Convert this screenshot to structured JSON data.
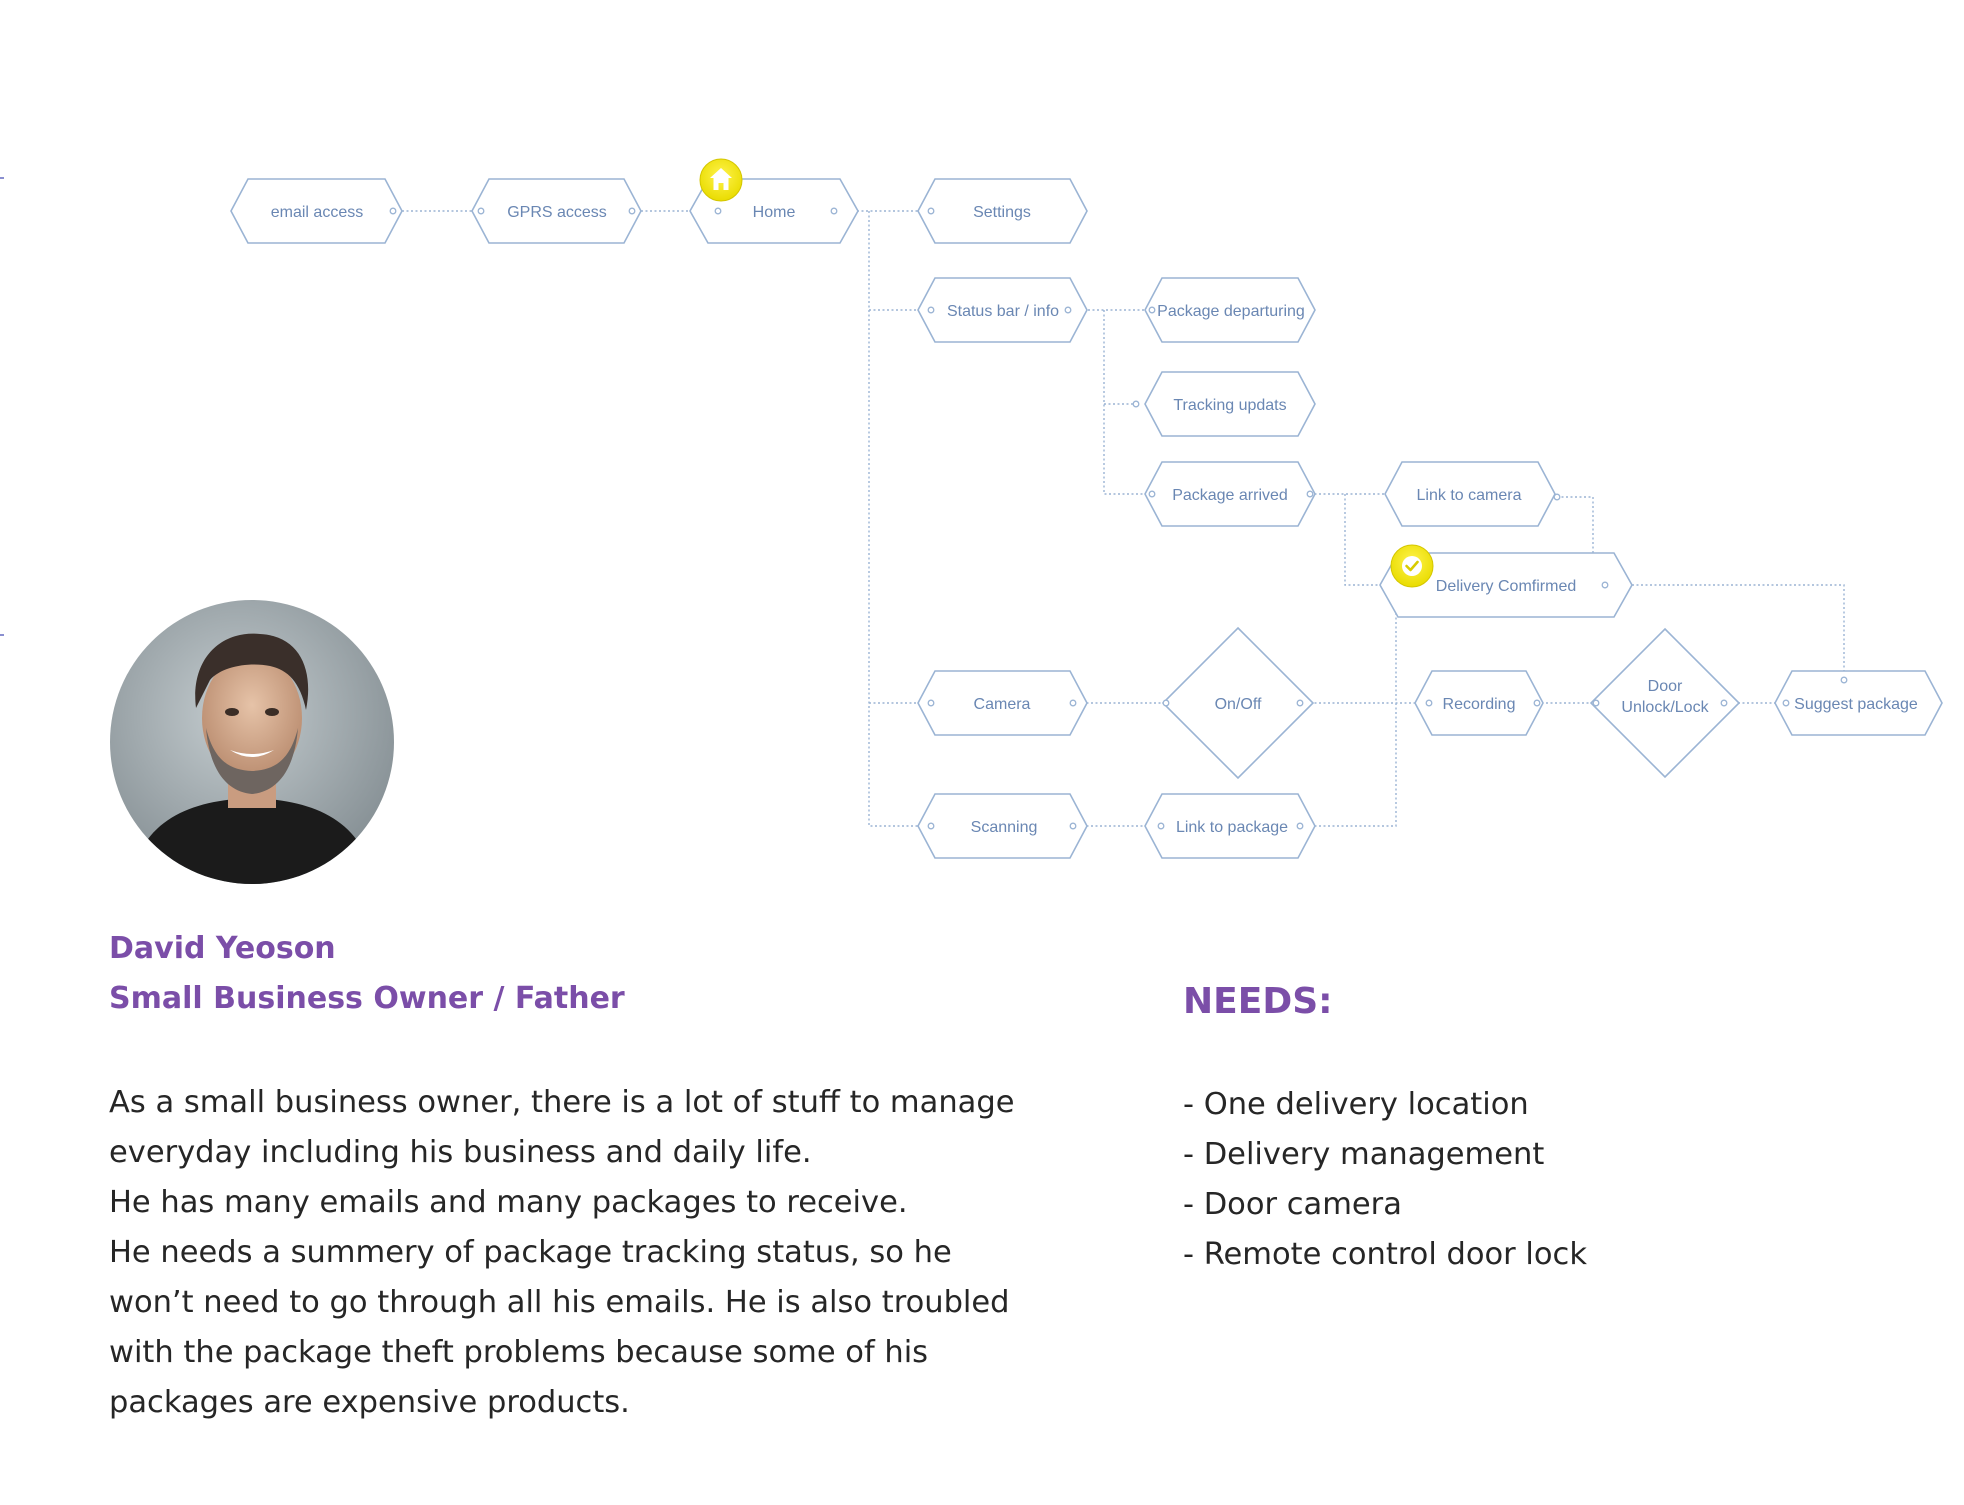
{
  "flow": {
    "nodes": {
      "email_access": "email access",
      "gprs_access": "GPRS access",
      "home": "Home",
      "settings": "Settings",
      "status_bar": "Status bar / info",
      "package_departuring": "Package departuring",
      "tracking_updats": "Tracking updats",
      "package_arrived": "Package  arrived",
      "link_to_camera": "Link to camera",
      "delivery_comfirmed": "Delivery Comfirmed",
      "camera": "Camera",
      "on_off": "On/Off",
      "recording": "Recording",
      "door_unlock_lock_line1": "Door",
      "door_unlock_lock_line2": "Unlock/Lock",
      "suggest_package": "Suggest package",
      "scanning": "Scanning",
      "link_to_package": "Link to package"
    },
    "badges": {
      "home": "home-icon",
      "delivery_comfirmed": "check-icon"
    },
    "colors": {
      "node_stroke": "#9bb4d4",
      "node_text": "#6a87b3",
      "badge_fill": "#f2e600"
    }
  },
  "persona": {
    "avatar": "persona-avatar-photo",
    "name": "David Yeoson",
    "role": "Small Business Owner / Father",
    "story": [
      "As a small business owner, there is a lot of stuff to manage",
      "everyday including his business and daily life.",
      "He has many emails and many packages to receive.",
      "He needs a summery of package tracking status, so he",
      "won’t need to go through all his emails. He is also troubled",
      "with the package theft problems because some of his",
      "packages are expensive products."
    ]
  },
  "needs": {
    "heading": "NEEDS:",
    "items": [
      "- One delivery location",
      "- Delivery management",
      "- Door camera",
      "- Remote control door lock"
    ]
  },
  "colors": {
    "accent": "#7b4ea8",
    "body_text": "#262626"
  }
}
